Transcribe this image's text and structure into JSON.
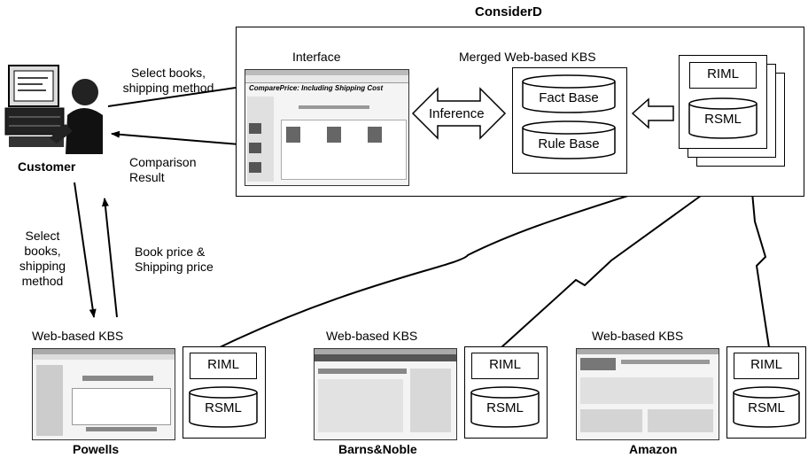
{
  "title": "ConsiderD",
  "customer": {
    "label": "Customer",
    "request": [
      "Select books,",
      "shipping method"
    ],
    "result": [
      "Comparison",
      "Result"
    ],
    "kbs_request": [
      "Select",
      "books,",
      "shipping",
      "method"
    ],
    "kbs_response": [
      "Book price &",
      "Shipping price"
    ]
  },
  "considerd": {
    "interface_label": "Interface",
    "interface_screen_title": "ComparePrice: Including Shipping Cost",
    "merged_label": "Merged Web-based KBS",
    "inference_label": "Inference",
    "fact_base": "Fact Base",
    "rule_base": "Rule Base",
    "riml": "RIML",
    "rsml": "RSML"
  },
  "stores": [
    {
      "kbs_label": "Web-based KBS",
      "name": "Powells",
      "riml": "RIML",
      "rsml": "RSML"
    },
    {
      "kbs_label": "Web-based KBS",
      "name": "Barns&Noble",
      "riml": "RIML",
      "rsml": "RSML"
    },
    {
      "kbs_label": "Web-based KBS",
      "name": "Amazon",
      "riml": "RIML",
      "rsml": "RSML"
    }
  ],
  "icons": {
    "customer": "person-at-computer-icon",
    "inference": "double-arrow-icon",
    "import": "hollow-left-arrow-icon"
  }
}
